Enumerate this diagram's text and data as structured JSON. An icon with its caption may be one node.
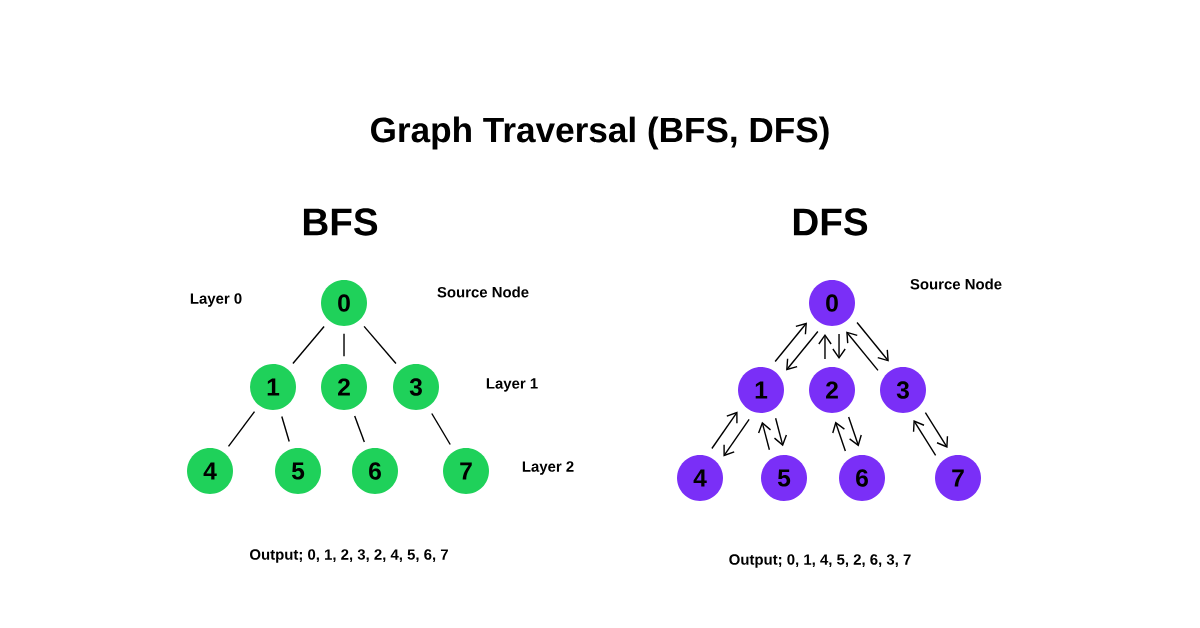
{
  "diagram": {
    "title": "Graph Traversal (BFS, DFS)",
    "nodes": [
      {
        "text": [
          "0"
        ]
      },
      {
        "text": [
          "1"
        ]
      },
      {
        "text": [
          "2"
        ]
      },
      {
        "text": [
          "3"
        ]
      },
      {
        "text": [
          "4"
        ]
      },
      {
        "text": [
          "5"
        ]
      },
      {
        "text": [
          "6"
        ]
      },
      {
        "text": [
          "7"
        ]
      },
      {
        "text": [
          "0"
        ]
      },
      {
        "text": [
          "1"
        ]
      },
      {
        "text": [
          "2"
        ]
      },
      {
        "text": [
          "3"
        ]
      },
      {
        "text": [
          "4"
        ]
      },
      {
        "text": [
          "5"
        ]
      },
      {
        "text": [
          "6"
        ]
      },
      {
        "text": [
          "7"
        ]
      }
    ],
    "edges": [
      {
        "from": 0,
        "to": 1,
        "arrow": "none"
      },
      {
        "from": 0,
        "to": 2,
        "arrow": "none"
      },
      {
        "from": 0,
        "to": 3,
        "arrow": "none"
      },
      {
        "from": 1,
        "to": 4,
        "arrow": "none"
      },
      {
        "from": 1,
        "to": 5,
        "arrow": "none"
      },
      {
        "from": 2,
        "to": 6,
        "arrow": "none"
      },
      {
        "from": 3,
        "to": 7,
        "arrow": "none"
      },
      {
        "from": 8,
        "to": 9,
        "arrow": "to"
      },
      {
        "from": 9,
        "to": 12,
        "arrow": "to"
      },
      {
        "from": 12,
        "to": 9,
        "arrow": "to"
      },
      {
        "from": 9,
        "to": 13,
        "arrow": "to"
      },
      {
        "from": 13,
        "to": 9,
        "arrow": "to"
      },
      {
        "from": 9,
        "to": 8,
        "arrow": "to"
      },
      {
        "from": 8,
        "to": 10,
        "arrow": "to"
      },
      {
        "from": 10,
        "to": 14,
        "arrow": "to"
      },
      {
        "from": 14,
        "to": 10,
        "arrow": "to"
      },
      {
        "from": 10,
        "to": 8,
        "arrow": "to"
      },
      {
        "from": 8,
        "to": 11,
        "arrow": "to"
      },
      {
        "from": 11,
        "to": 15,
        "arrow": "to"
      },
      {
        "from": 15,
        "to": 11,
        "arrow": "to"
      },
      {
        "from": 11,
        "to": 8,
        "arrow": "to"
      }
    ],
    "labels": [
      "BFS",
      "DFS",
      "Source Node",
      "Layer 0",
      "Source Node",
      "Layer 1",
      "Layer 2",
      "Output; 0, 1, 2, 3, 2, 4, 5, 6, 7",
      "Output; 0, 1, 4, 5, 2, 6, 3, 7"
    ]
  }
}
